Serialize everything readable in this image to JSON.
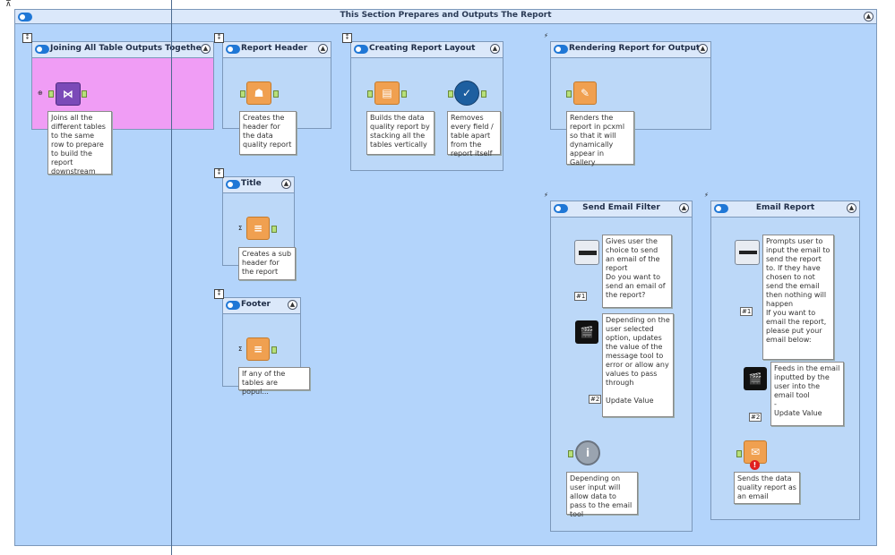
{
  "canvas": {
    "outer_section_title": "This Section Prepares and Outputs The Report",
    "corner_marker": "⊼"
  },
  "containers": {
    "joining": {
      "title": "Joining All Table Outputs Together",
      "note": "Joins all the different tables to the same row to prepare to build the report downstream"
    },
    "report_header": {
      "title": "Report Header",
      "note": "Creates the header for the data quality report"
    },
    "creating_layout": {
      "title": "Creating Report Layout",
      "note_left": "Builds the data quality report by stacking all the tables vertically",
      "note_right": "Removes every field / table apart from the report itself"
    },
    "rendering": {
      "title": "Rendering Report for Output",
      "note": "Renders the report in pcxml so that it will dynamically appear in Gallery"
    },
    "title": {
      "title": "Title",
      "note": "Creates a sub header for the report"
    },
    "footer": {
      "title": "Footer",
      "note": "If any of the tables are popul..."
    },
    "send_email_filter": {
      "title": "Send Email Filter",
      "note_top": "Gives user the choice to send an email of the report\nDo you want to send an email of the report?",
      "note_mid": "Depending on the user selected option, updates the value of the message tool to error or allow any values to pass through\n\nUpdate Value",
      "note_bottom": "Depending on user input will allow data to pass to the email tool",
      "conn1": "#1",
      "conn2": "#2"
    },
    "email_report": {
      "title": "Email Report",
      "note_top": "Prompts user to input the email to send the report to. If they have chosen to not send the email then nothing will happen\nIf you want to email the report, please put your email below:",
      "note_mid": "Feeds in the email inputted by the user into the email tool\n-\nUpdate Value",
      "note_bottom": "Sends the data quality report as an email",
      "conn1": "#1",
      "conn2": "#2"
    }
  },
  "icons": {
    "collapse": "▲",
    "toggle": "toggle-switch",
    "join_tool": "join-multiple-icon",
    "header_tool": "report-header-icon",
    "layout_tool": "layout-icon",
    "select_tool": "select-icon",
    "render_tool": "render-icon",
    "text_tool": "report-text-icon",
    "dropdown_tool": "dropdown-interface-icon",
    "action_tool": "action-clapper-icon",
    "message_tool": "message-info-icon",
    "textbox_tool": "textbox-interface-icon",
    "email_tool": "email-icon"
  },
  "colors": {
    "canvas_bg": "#b3d4fb",
    "pink_container": "#f09df5",
    "connection": "#7a7a7a"
  }
}
